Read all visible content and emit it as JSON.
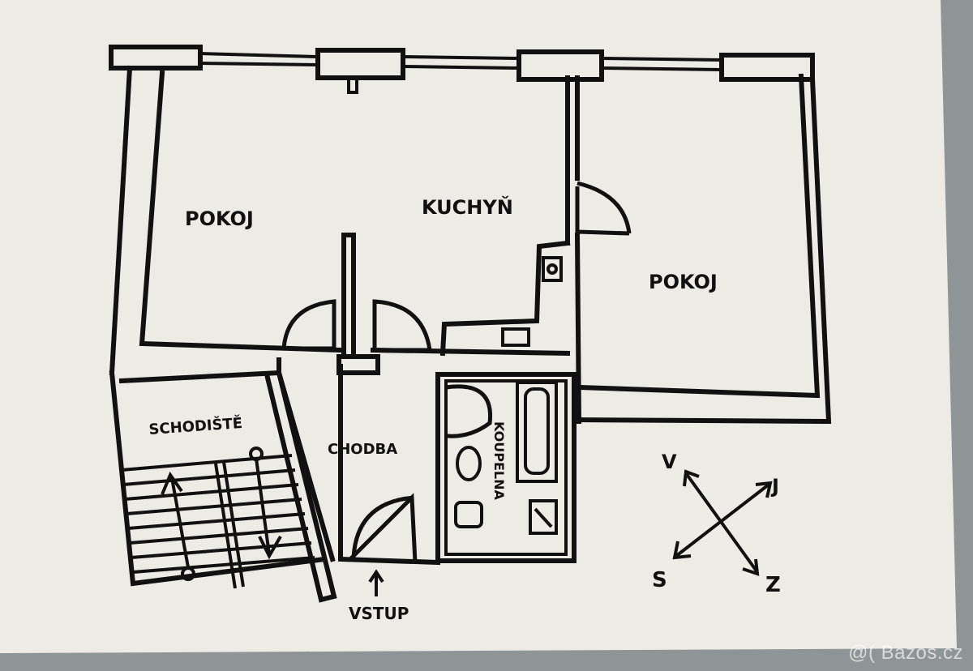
{
  "rooms": {
    "pokoj_left": "POKOJ",
    "kuchyn": "KUCHYŇ",
    "pokoj_right": "POKOJ",
    "schodiste": "SCHODIŠTĚ",
    "chodba": "CHODBA",
    "koupelna": "KOUPELNA"
  },
  "entrance": "VSTUP",
  "compass": {
    "north_west": "V",
    "north_east": "J",
    "south_west": "S",
    "south_east": "Z"
  },
  "watermark": "@( Bazos.cz",
  "colors": {
    "paper": "#ecebe6",
    "ink": "#111111",
    "background": "#8f9496"
  }
}
